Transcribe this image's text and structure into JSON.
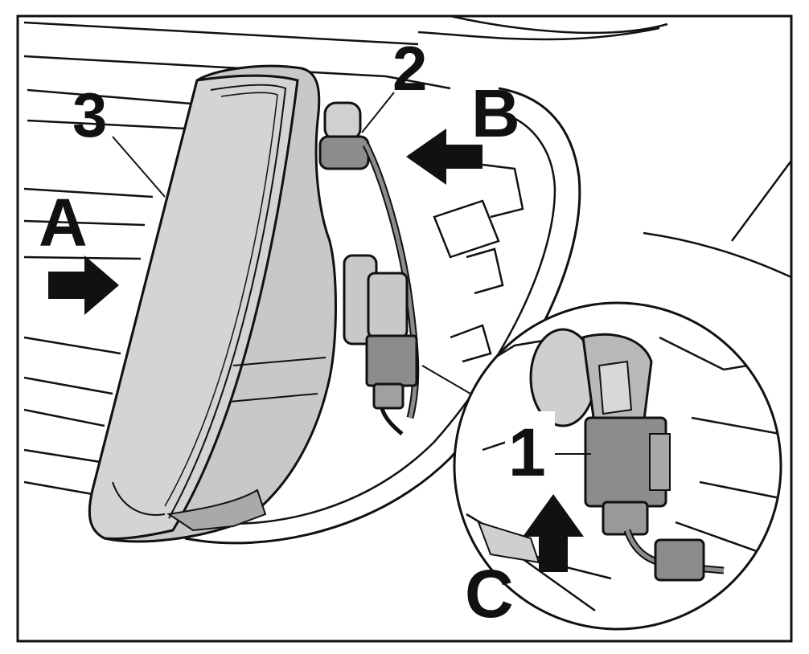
{
  "labels": {
    "part_1": "1",
    "part_2": "2",
    "part_3": "3",
    "arrow_a": "A",
    "arrow_b": "B",
    "arrow_c": "C"
  },
  "colors": {
    "line": "#111111",
    "housing_fill": "#c8c8c8",
    "housing_dark": "#a9a9a9",
    "connector_fill": "#8c8c8c",
    "background": "#ffffff"
  }
}
